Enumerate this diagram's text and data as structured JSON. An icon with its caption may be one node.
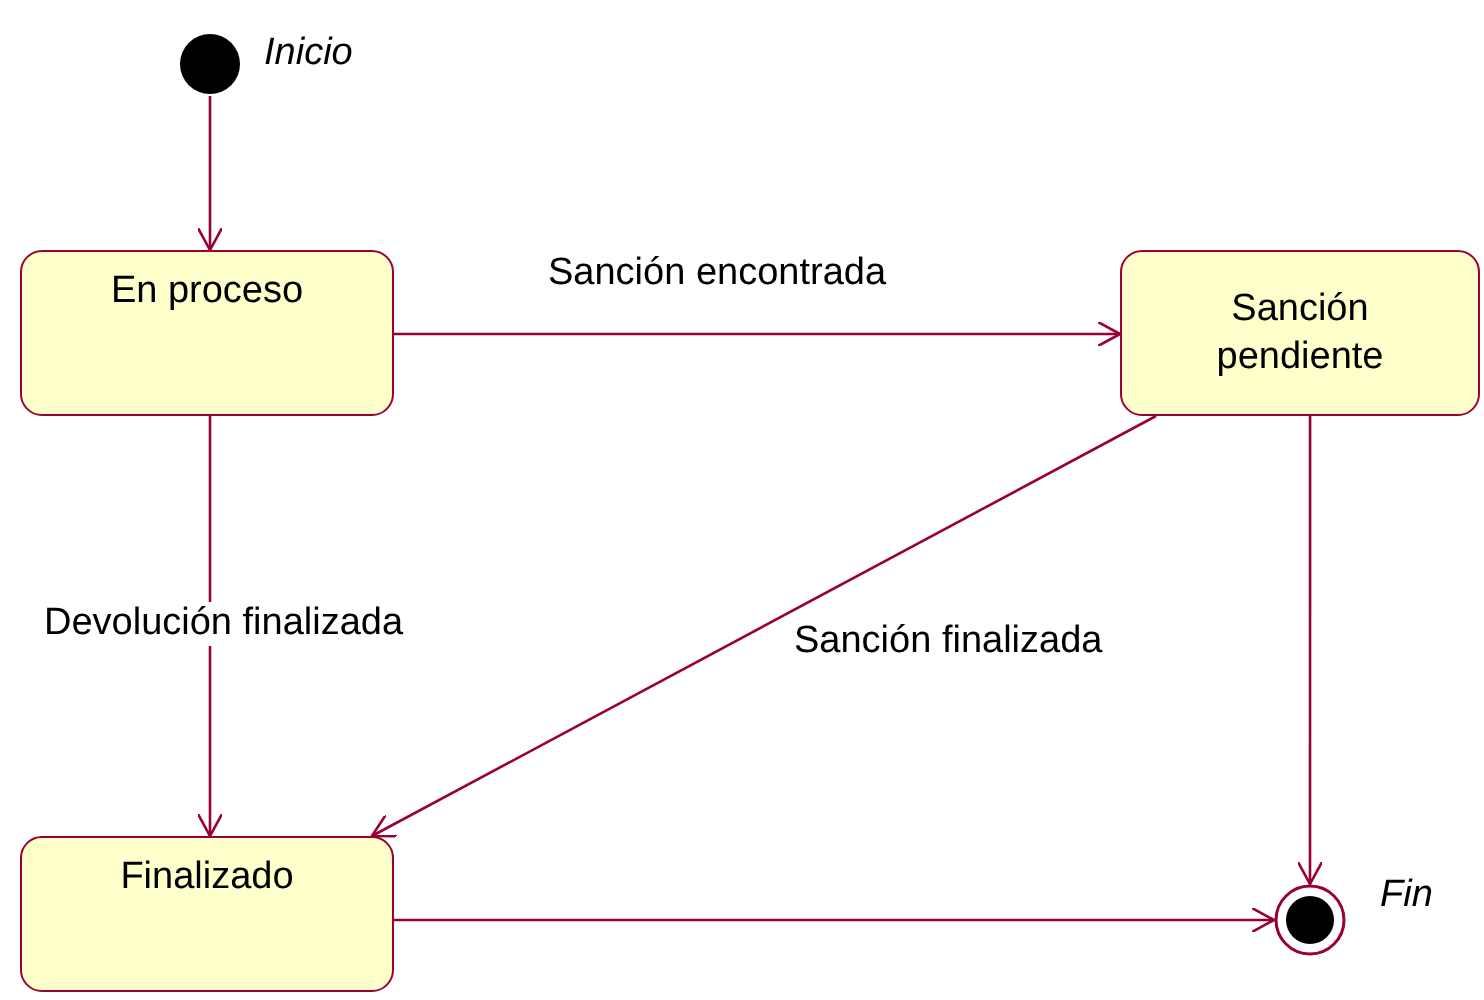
{
  "diagram": {
    "nodes": [
      {
        "text": [],
        "shape": "circle",
        "beside": [
          "Inicio"
        ]
      },
      {
        "text": [
          "En proceso"
        ]
      },
      {
        "text": [
          "Sanción pendiente"
        ]
      },
      {
        "text": [
          "Finalizado"
        ]
      },
      {
        "text": [],
        "shape": "circle",
        "beside": [
          "Fin"
        ]
      }
    ],
    "edges": [
      {
        "from": 0,
        "to": 1,
        "arrow": "to"
      },
      {
        "from": 1,
        "to": 2,
        "arrow": "to",
        "label": "Sanción encontrada"
      },
      {
        "from": 1,
        "to": 3,
        "arrow": "to",
        "label": "Devolución finalizada"
      },
      {
        "from": 2,
        "to": 3,
        "arrow": "to",
        "label": "Sanción finalizada"
      },
      {
        "from": 2,
        "to": 4,
        "arrow": "to"
      },
      {
        "from": 3,
        "to": 4,
        "arrow": "to"
      }
    ]
  }
}
